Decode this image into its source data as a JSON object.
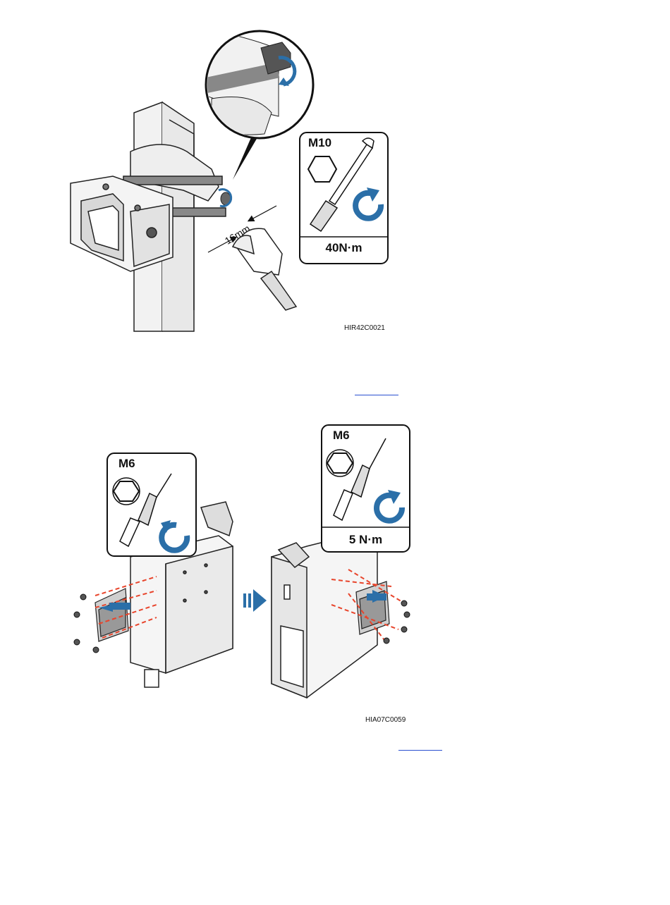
{
  "figure1": {
    "bolt_size": "M10",
    "torque": "40N·m",
    "dimension": "16mm",
    "figure_id": "HIR42C0021"
  },
  "figure2": {
    "left_bolt_size": "M6",
    "right_bolt_size": "M6",
    "torque": "5 N·m",
    "figure_id": "HIA07C0059"
  },
  "icons": {
    "tighten": "clockwise-arrow-icon",
    "loosen": "counterclockwise-arrow-icon",
    "direction": "right-arrow-icon"
  },
  "colors": {
    "accent_blue": "#2b6fa8",
    "dash_red": "#e8452c",
    "link_blue": "#2a4fd0"
  }
}
